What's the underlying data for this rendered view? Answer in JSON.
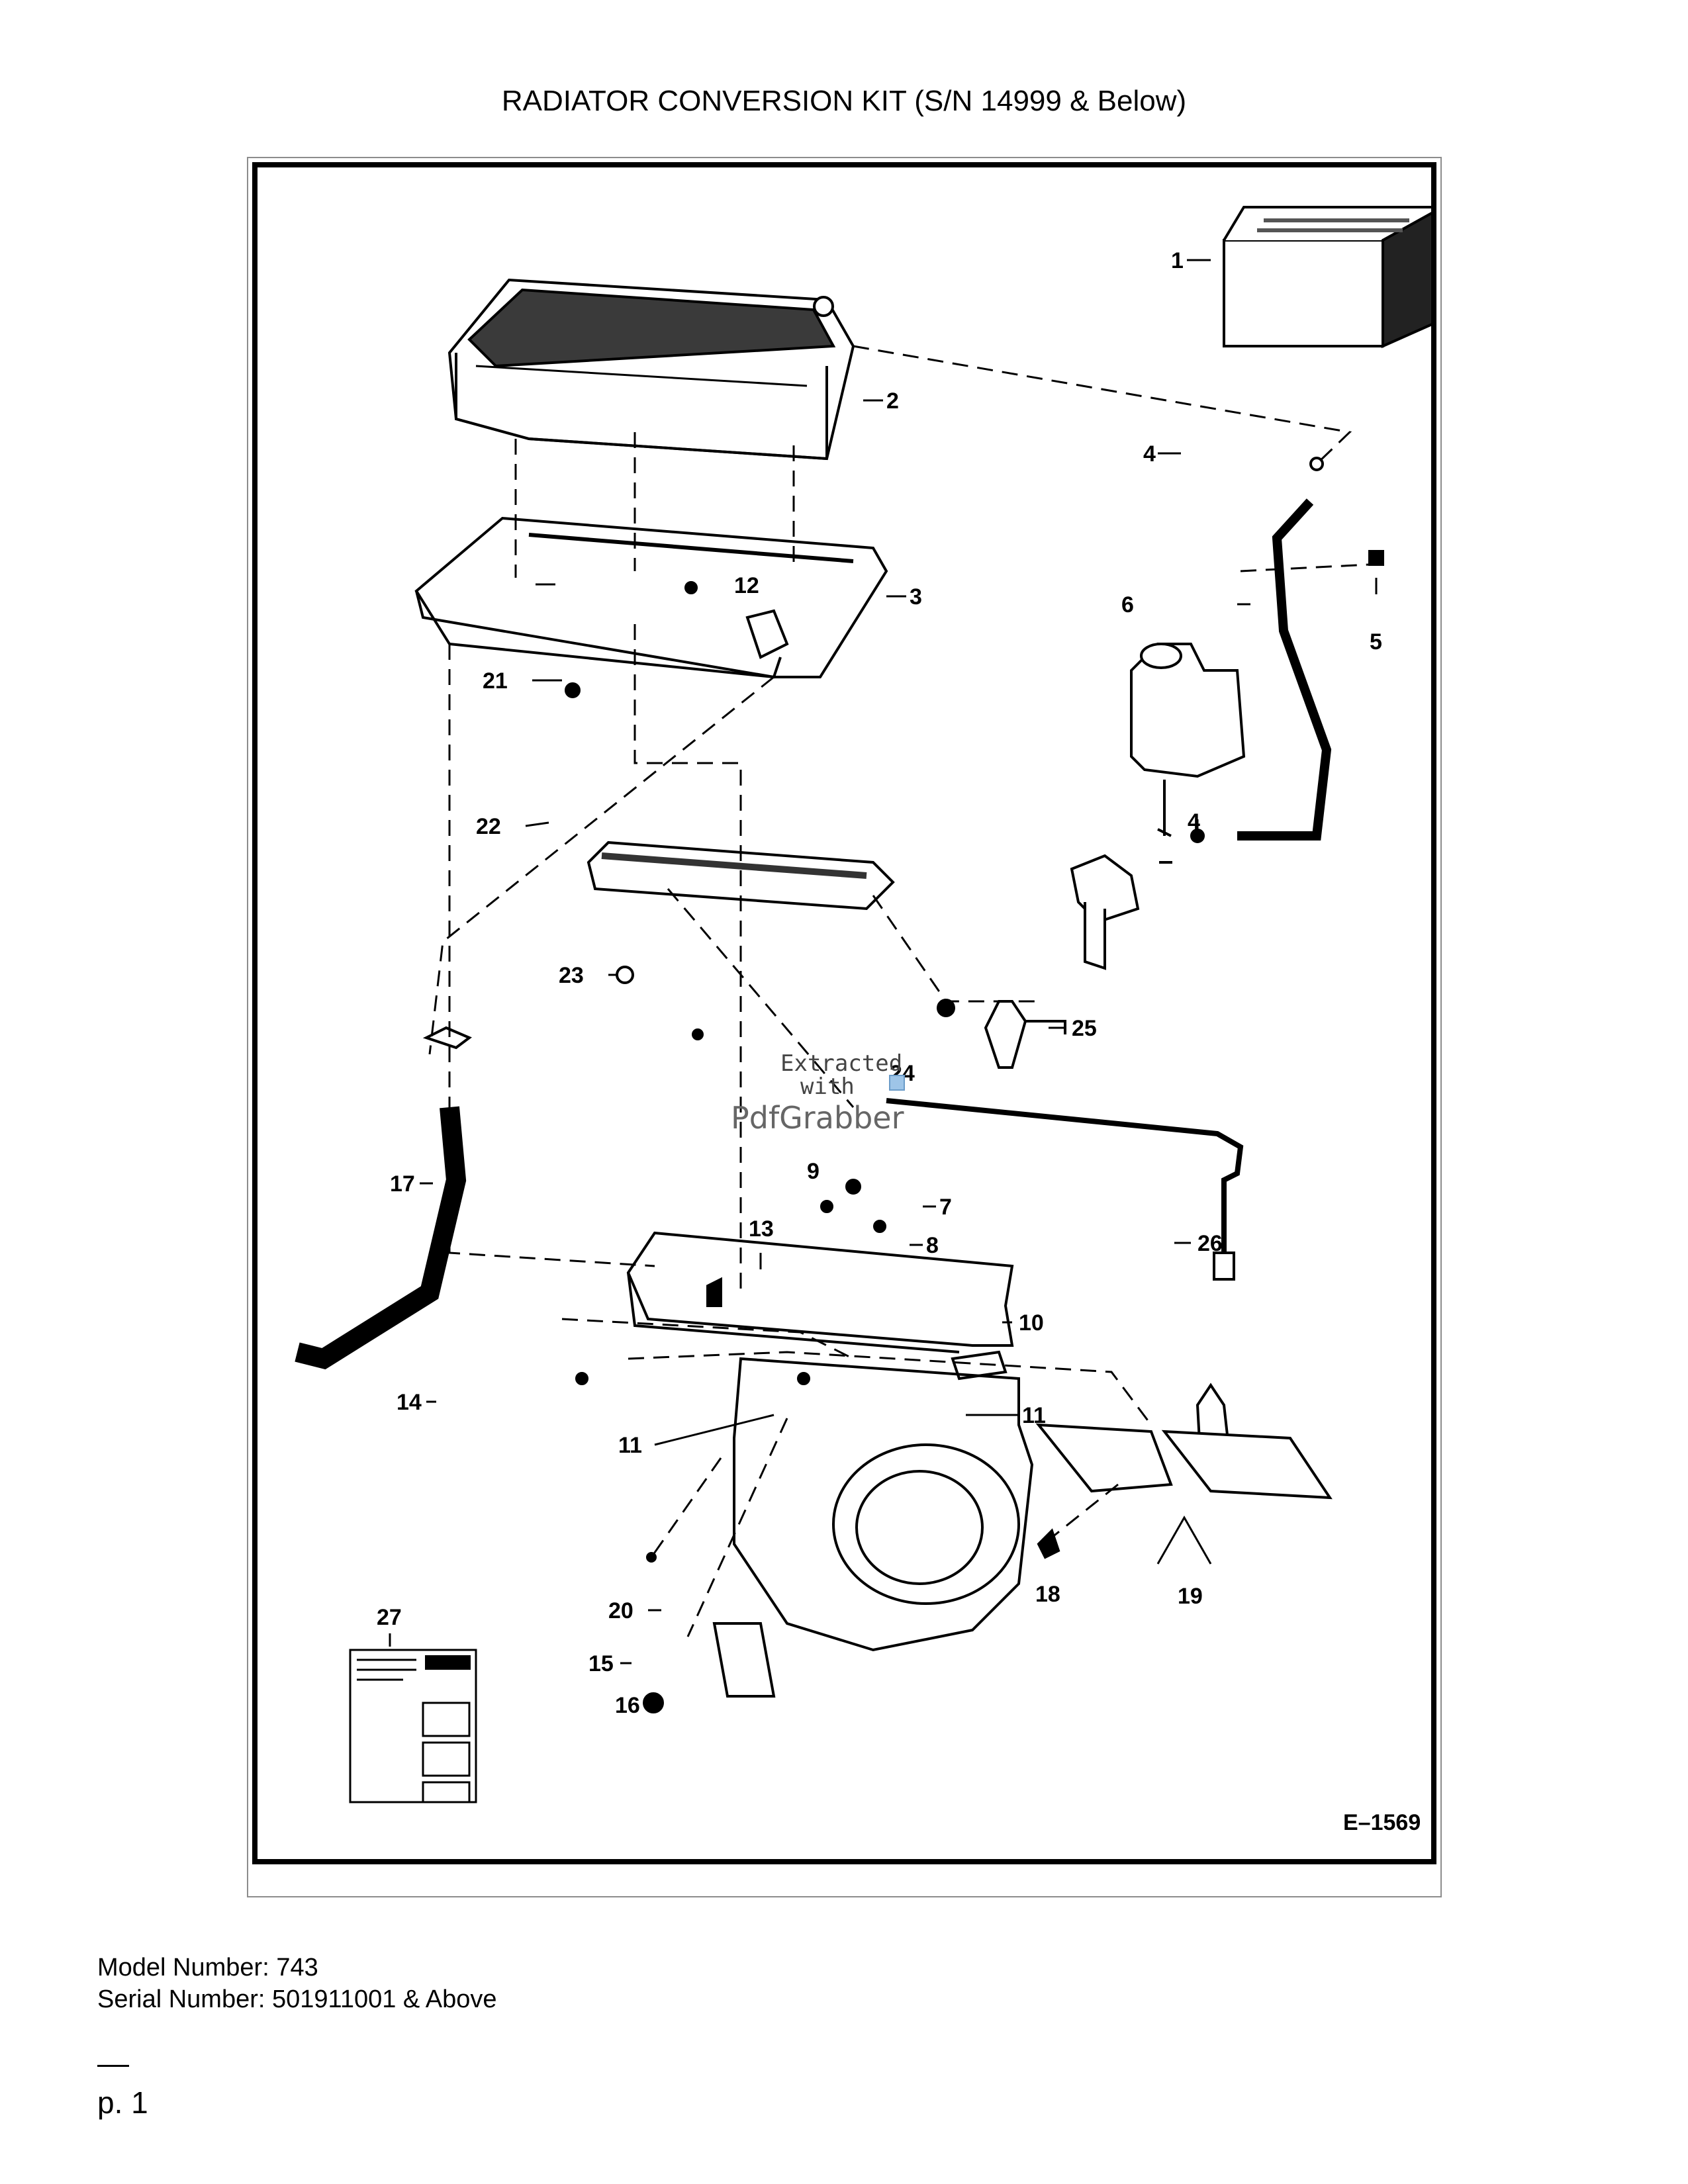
{
  "page": {
    "title": "RADIATOR CONVERSION KIT (S/N 14999 & Below)",
    "model_line": "Model Number: 743",
    "serial_line": "Serial Number: 501911001 & Above",
    "page_number": "p. 1"
  },
  "figure": {
    "drawing_id": "E–1569",
    "callouts": [
      "1",
      "2",
      "3",
      "4",
      "5",
      "6",
      "7",
      "8",
      "9",
      "10",
      "11",
      "12",
      "13",
      "14",
      "15",
      "16",
      "17",
      "18",
      "19",
      "20",
      "21",
      "22",
      "23",
      "24",
      "25",
      "26",
      "27"
    ],
    "watermark": {
      "line1": "Extracted",
      "line2": "with",
      "brand": "PdfGrabber"
    }
  }
}
